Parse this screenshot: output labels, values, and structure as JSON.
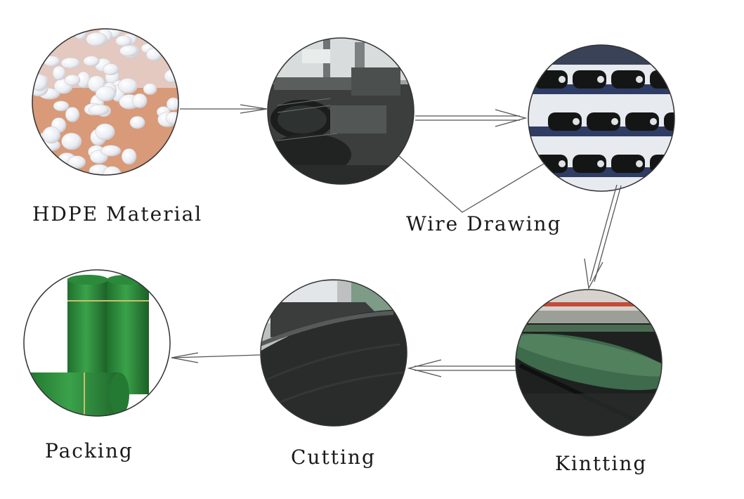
{
  "steps": [
    {
      "id": "hdpe",
      "label": "HDPE Material",
      "icon": "plastic-pellets"
    },
    {
      "id": "wire1",
      "label": "Wire Drawing",
      "icon": "wire-drawing-machine"
    },
    {
      "id": "wire2",
      "label": "",
      "icon": "yarn-bobbins"
    },
    {
      "id": "knit",
      "label": "Kintting",
      "icon": "knitting-machine"
    },
    {
      "id": "cut",
      "label": "Cutting",
      "icon": "dark-net-roll"
    },
    {
      "id": "pack",
      "label": "Packing",
      "icon": "green-net-rolls"
    }
  ],
  "colors": {
    "line": "#555555",
    "pellet_bg": "#d89a78",
    "pellet": "#f1f2f5",
    "factory_bg": "#2a2c2b",
    "net_green": "#2f8a3c",
    "net_dark": "#2b2d2c"
  }
}
